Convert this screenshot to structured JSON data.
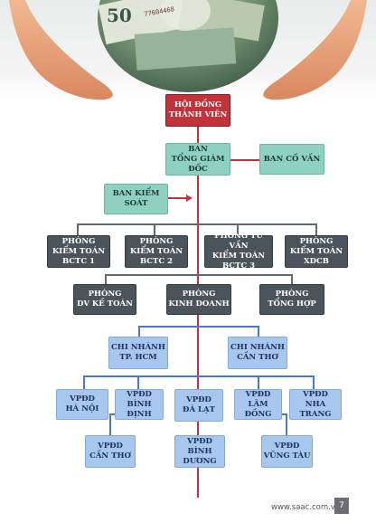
{
  "header_image": {
    "banknote_value": "50",
    "banknote_serial": "77604468"
  },
  "nodes": {
    "board": "HỘI ĐỒNG\nTHÀNH VIÊN",
    "ceo": "BAN\nTỔNG GIÁM ĐỐC",
    "advisory": "BAN CỐ VẤN",
    "supervisory": "BAN KIỂM SOÁT",
    "audit1": "PHÒNG\nKIỂM TOÁN\nBCTC 1",
    "audit2": "PHÒNG\nKIỂM TOÁN\nBCTC 2",
    "audit3": "PHÒNG TƯ VẤN\nKIỂM TOÁN\nBCTC 3",
    "audit_xdcb": "PHÒNG\nKIỂM TOÁN\nXDCB",
    "accounting": "PHÒNG\nDV KẾ TOÁN",
    "business": "PHÒNG\nKINH DOANH",
    "general": "PHÒNG\nTỔNG HỢP",
    "branch_hcm": "CHI NHÁNH\nTP. HCM",
    "branch_ct": "CHI NHÁNH\nCẦN THƠ",
    "rep_hanoi": "VPĐD\nHÀ NỘI",
    "rep_binhdinh": "VPĐD\nBÌNH ĐỊNH",
    "rep_dalat": "VPĐD\nĐÀ LẠT",
    "rep_lamdong": "VPĐD\nLÂM ĐỒNG",
    "rep_nhatrang": "VPĐD\nNHA TRANG",
    "rep_cantho": "VPĐD\nCẦN THƠ",
    "rep_binhduong": "VPĐD\nBÌNH\nDƯƠNG",
    "rep_vungtau": "VPĐD\nVŨNG TÀU"
  },
  "footer": {
    "website": "www.saac.com.vn",
    "page_number": "7"
  }
}
